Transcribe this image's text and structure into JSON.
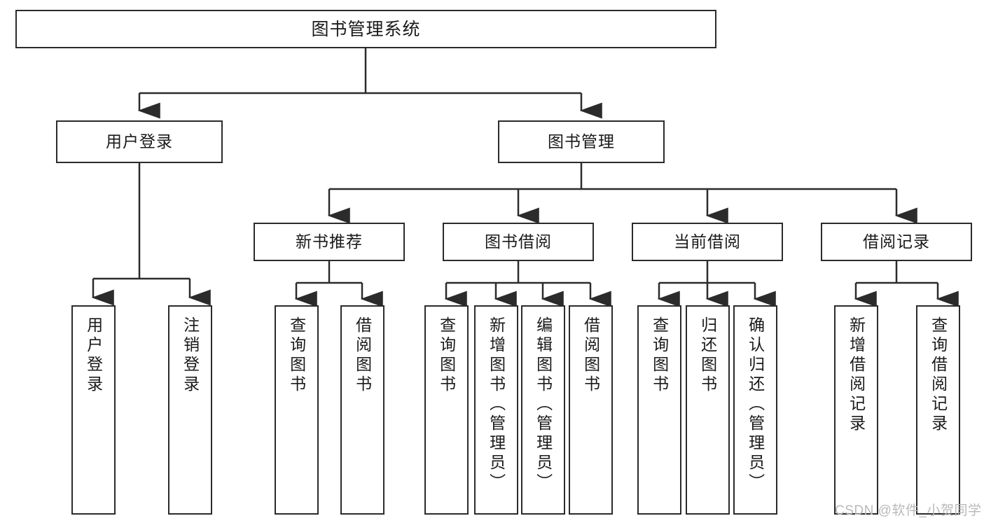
{
  "diagram": {
    "title": "图书管理系统",
    "type": "tree-structure-chart",
    "watermark": "CSDN @软件_小贺同学",
    "colors": {
      "box_border": "#2b2b2b",
      "box_fill": "#ffffff",
      "connector": "#2b2b2b",
      "text": "#1a1a1a",
      "watermark": "#b9b9b9"
    },
    "nodes": {
      "root": {
        "label": "图书管理系统"
      },
      "level2": [
        {
          "label": "用户登录"
        },
        {
          "label": "图书管理"
        }
      ],
      "level3": [
        {
          "label": "新书推荐"
        },
        {
          "label": "图书借阅"
        },
        {
          "label": "当前借阅"
        },
        {
          "label": "借阅记录"
        }
      ],
      "leaves": {
        "user_login": [
          {
            "label": "用户登录"
          },
          {
            "label": "注销登录"
          }
        ],
        "new_book_recommend": [
          {
            "label": "查询图书"
          },
          {
            "label": "借阅图书"
          }
        ],
        "book_borrow": [
          {
            "label": "查询图书"
          },
          {
            "label": "新增图书（管理员）"
          },
          {
            "label": "编辑图书（管理员）"
          },
          {
            "label": "借阅图书"
          }
        ],
        "current_borrow": [
          {
            "label": "查询图书"
          },
          {
            "label": "归还图书"
          },
          {
            "label": "确认归还（管理员）"
          }
        ],
        "borrow_record": [
          {
            "label": "新增借阅记录"
          },
          {
            "label": "查询借阅记录"
          }
        ]
      }
    }
  }
}
